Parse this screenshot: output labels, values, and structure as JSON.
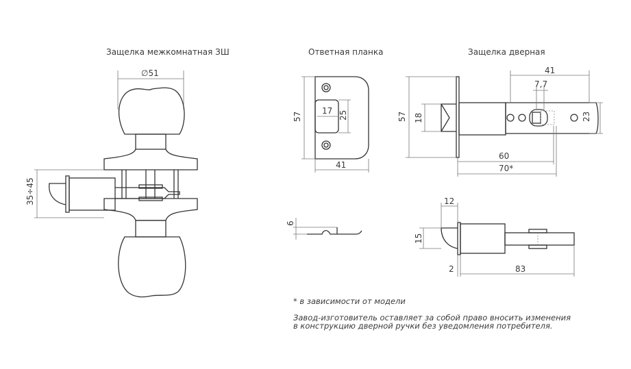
{
  "titles": {
    "knob_latch": "Защелка межкомнатная ЗШ",
    "strike_plate": "Ответная планка",
    "door_latch": "Защелка дверная"
  },
  "dimensions": {
    "knob_diameter": "∅51",
    "backset_range": "35÷45",
    "strike_height": "57",
    "strike_width": "41",
    "strike_slot_width": "17",
    "strike_slot_height": "25",
    "strike_thickness": "6",
    "latch_plate_height": "57",
    "latch_bolt_height": "18",
    "latch_tail_length": "41",
    "latch_hole_spacing": "7,7",
    "latch_tail_height": "23",
    "latch_backset_60": "60",
    "latch_backset_70": "70*",
    "latch_bolt_projection": "12",
    "latch_body_height": "15",
    "latch_plate_thickness": "2",
    "latch_length": "83"
  },
  "notes": {
    "footnote": "* в зависимости от модели",
    "disclaimer_line1": "Завод-изготовитель оставляет за собой право вносить изменения",
    "disclaimer_line2": "в конструкцию дверной ручки без уведомления потребителя."
  }
}
